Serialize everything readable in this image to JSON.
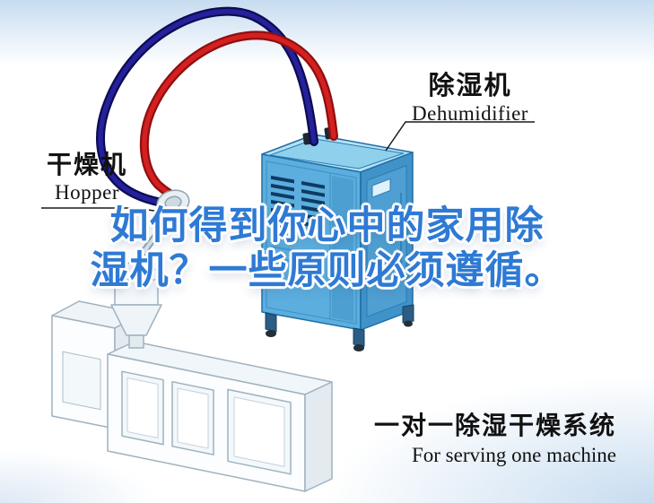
{
  "labels": {
    "dehumidifier": {
      "zh": "除湿机",
      "en": "Dehumidifier"
    },
    "hopper": {
      "zh": "干燥机",
      "en": "Hopper"
    },
    "system": {
      "zh": "一对一除湿干燥系统",
      "en": "For serving one machine"
    }
  },
  "headline": {
    "line1": "如何得到你心中的家用除",
    "line2": "湿机？一些原则必须遵循。"
  },
  "colors": {
    "headline_blue": "#2e7ad4",
    "headline_outline": "#ffffff",
    "hose_red": "#cf1d1d",
    "hose_red_dark": "#8f0f0f",
    "hose_navy": "#24219b",
    "hose_navy_dark": "#0d0b52",
    "dehumidifier_front": "#5caede",
    "dehumidifier_side": "#3f93c8",
    "dehumidifier_top": "#b7e2f4",
    "vent_slot": "#0e3b63",
    "machine_outline": "#9fb2bf",
    "background_tint": "#c7dcf0",
    "label_text": "#111111"
  }
}
